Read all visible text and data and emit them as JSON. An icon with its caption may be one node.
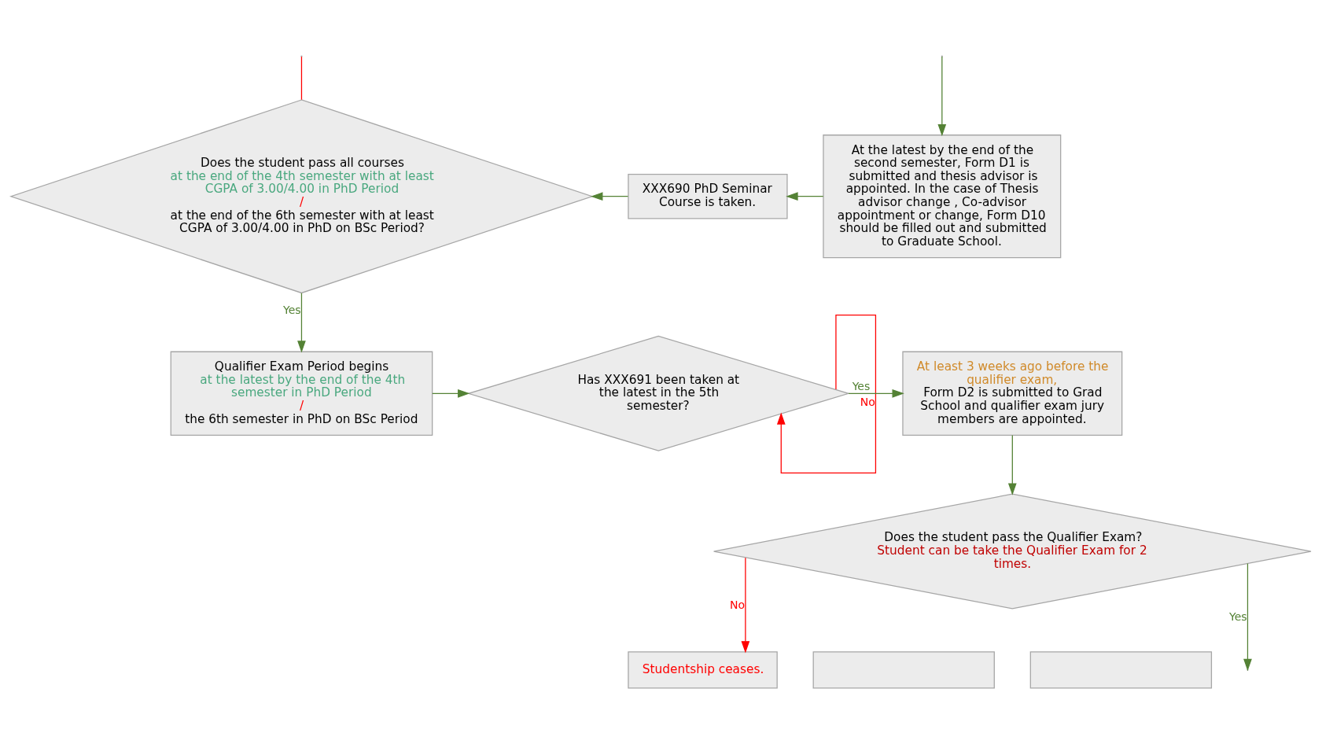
{
  "diagram": {
    "nodes": [
      {
        "text": [
          "Does the student pass all courses",
          "at the end of the 4th semester with at least CGPA of 3.00/4.00 in PhD Period",
          "/",
          "at the end of the 6th semester with at least CGPA of 3.00/4.00 in PhD on BSc Period?"
        ]
      },
      {
        "text": [
          "XXX690 PhD Seminar Course is taken."
        ]
      },
      {
        "text": [
          "At the latest by the end of the second semester, Form D1 is submitted and thesis advisor is appointed. In the case of Thesis advisor change , Co-advisor appointment or change, Form D10 should be filled out and submitted to Graduate School."
        ]
      },
      {
        "text": [
          "Qualifier Exam Period begins",
          "at the latest by the end of the 4th semester in PhD Period",
          "/",
          "the 6th semester in PhD on BSc Period"
        ]
      },
      {
        "text": [
          "Has XXX691 been taken at the latest in the 5th semester?"
        ]
      },
      {
        "text": [
          "At least 3 weeks ago before the qualifier exam,",
          "Form D2 is submitted to Grad School and qualifier exam jury members are appointed."
        ]
      },
      {
        "text": [
          "Studentship ceases."
        ]
      },
      {
        "text": [
          "Does the student pass the Qualifier Exam?",
          "Student can be take the Qualifier Exam for 2 times."
        ]
      },
      {
        "text": [],
        "shape": "box"
      },
      {
        "text": [],
        "shape": "box"
      }
    ],
    "edges": [
      {
        "from": null,
        "to": 0,
        "arrow": "none",
        "color": "#ff0000"
      },
      {
        "from": null,
        "to": 2,
        "arrow": "to"
      },
      {
        "from": 2,
        "to": 1,
        "arrow": "to"
      },
      {
        "from": 1,
        "to": 0,
        "arrow": "to"
      },
      {
        "from": 0,
        "to": 3,
        "arrow": "to",
        "label": "Yes"
      },
      {
        "from": 3,
        "to": 4,
        "arrow": "to"
      },
      {
        "from": 4,
        "to": 4,
        "arrow": "to",
        "label": "No",
        "color": "#ff0000"
      },
      {
        "from": 4,
        "to": 5,
        "arrow": "to",
        "label": "Yes"
      },
      {
        "from": 5,
        "to": 7,
        "arrow": "to"
      },
      {
        "from": 7,
        "to": 6,
        "arrow": "to",
        "label": "No",
        "color": "#ff0000"
      },
      {
        "from": 7,
        "to": null,
        "arrow": "to",
        "label": "Yes"
      }
    ]
  }
}
